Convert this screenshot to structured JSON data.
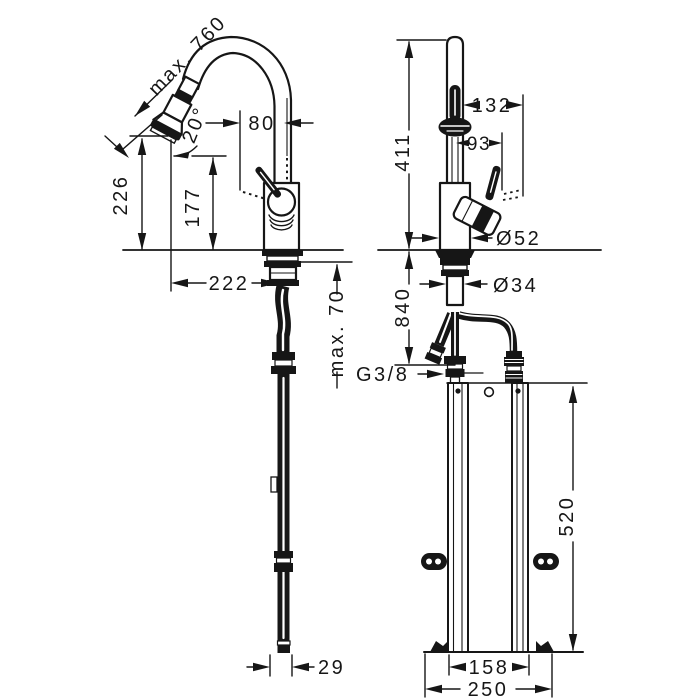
{
  "drawing": {
    "type": "technical-installation-diagram",
    "subject": "kitchen mixer tap with pull-out spray and under-sink mounting rail",
    "ink_color": "#161616",
    "paper_color": "#ffffff"
  },
  "labels": {
    "side_view": {
      "max_pullout": "max. 760",
      "tip_height": "226",
      "outlet_height": "177",
      "swivel_angle": "20°",
      "head_offset": "80",
      "reach": "222",
      "max_counter_thickness": "max. 70",
      "hose_end_width": "29"
    },
    "front_view": {
      "total_height": "411",
      "handle_reach": "132",
      "handle_clearance": "93",
      "body_diameter": "Ø52",
      "shank_diameter": "Ø34",
      "hose_length": "840",
      "connection_thread": "G3/8",
      "bracket_height": "520",
      "bracket_rail_width": "158",
      "bracket_base_width": "250"
    }
  }
}
